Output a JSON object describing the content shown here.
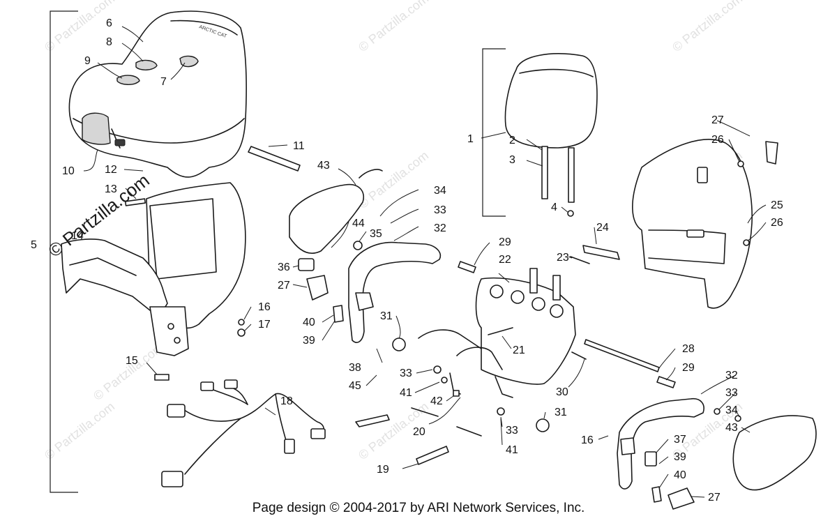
{
  "callouts": [
    "1",
    "2",
    "3",
    "4",
    "5",
    "6",
    "7",
    "8",
    "9",
    "10",
    "11",
    "12",
    "13",
    "14",
    "15",
    "16",
    "17",
    "18",
    "19",
    "20",
    "21",
    "22",
    "23",
    "24",
    "25",
    "26",
    "27",
    "28",
    "29",
    "30",
    "31",
    "32",
    "33",
    "34",
    "35",
    "36",
    "37",
    "38",
    "39",
    "40",
    "41",
    "42",
    "43",
    "44",
    "45"
  ],
  "watermark": {
    "text": "© Partzilla.com",
    "large_text": "© Partzilla.com"
  },
  "footer": "Page design © 2004-2017 by ARI Network Services, Inc."
}
